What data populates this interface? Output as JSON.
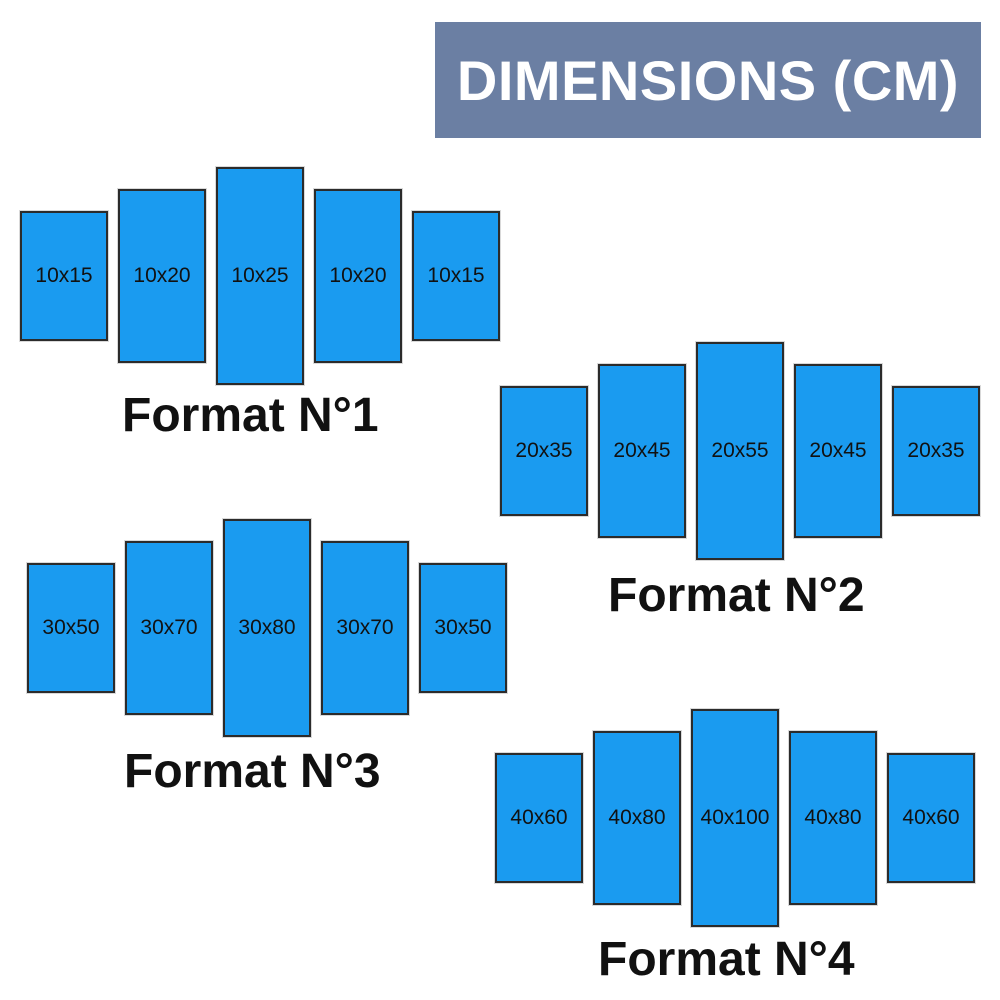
{
  "header": {
    "title": "DIMENSIONS (CM)"
  },
  "colors": {
    "header_bg": "#6b7fa3",
    "panel_fill": "#1a9bf0",
    "panel_border": "#2b2b2b"
  },
  "formats": [
    {
      "label": "Format N°1",
      "panels": [
        "10x15",
        "10x20",
        "10x25",
        "10x20",
        "10x15"
      ]
    },
    {
      "label": "Format N°2",
      "panels": [
        "20x35",
        "20x45",
        "20x55",
        "20x45",
        "20x35"
      ]
    },
    {
      "label": "Format N°3",
      "panels": [
        "30x50",
        "30x70",
        "30x80",
        "30x70",
        "30x50"
      ]
    },
    {
      "label": "Format N°4",
      "panels": [
        "40x60",
        "40x80",
        "40x100",
        "40x80",
        "40x60"
      ]
    }
  ]
}
